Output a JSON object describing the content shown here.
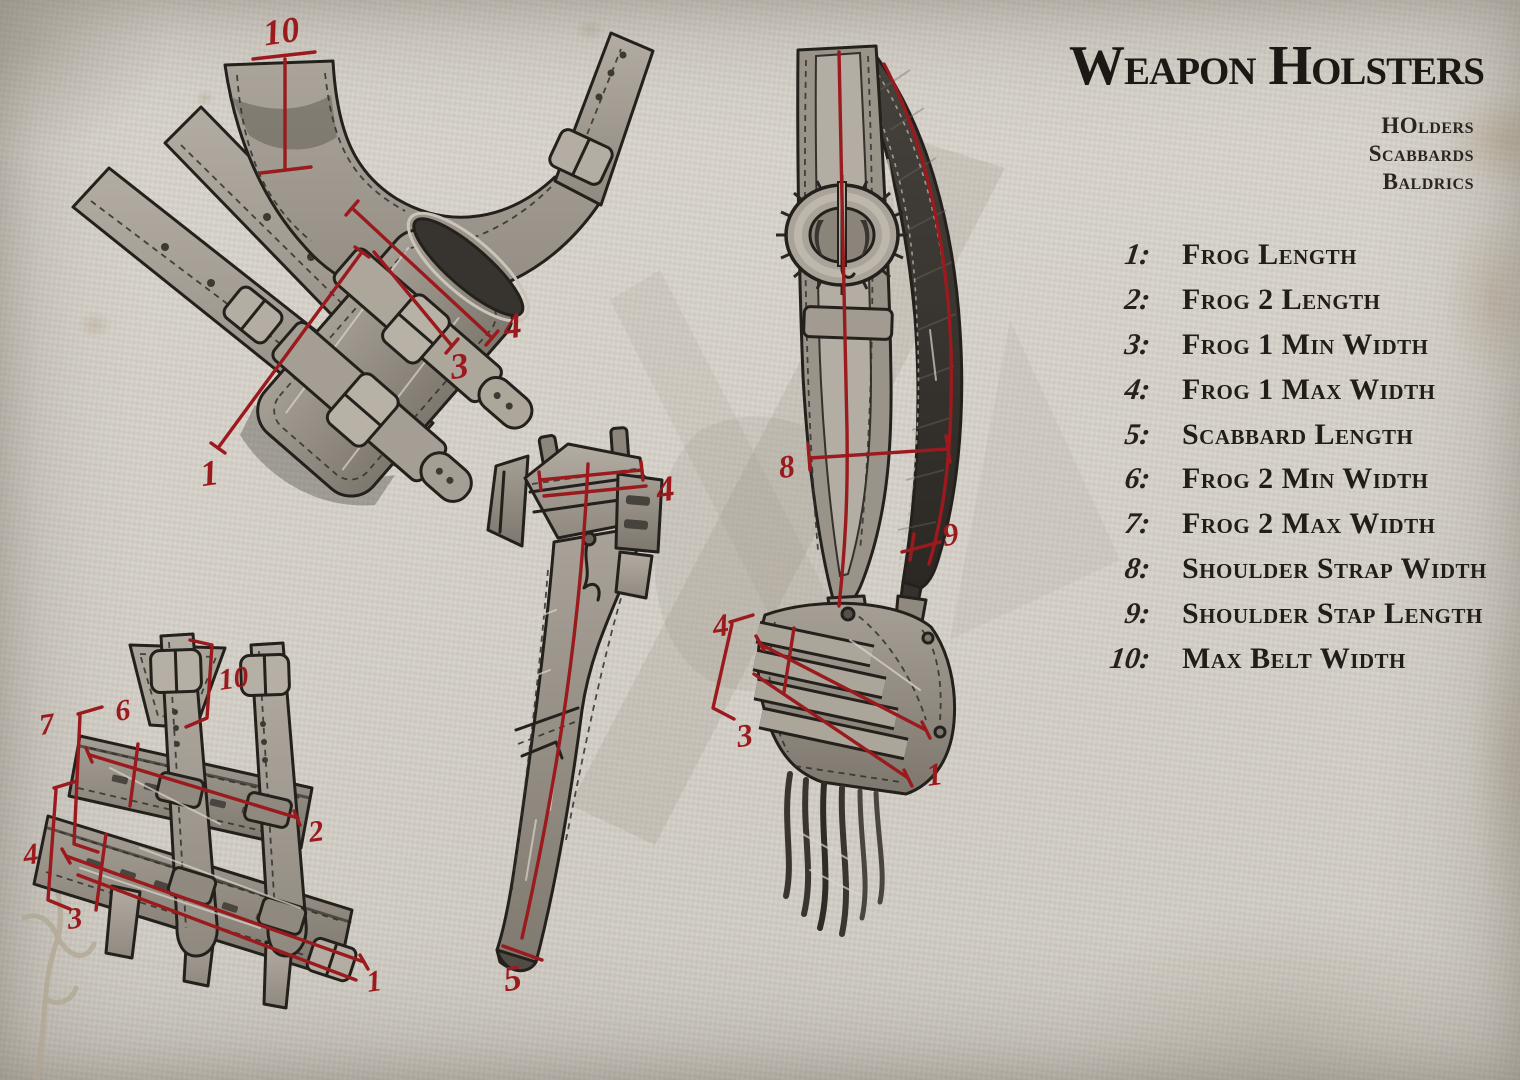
{
  "header": {
    "title": "Weapon Holsters",
    "subtitles": [
      "HOlders",
      "Scabbards",
      "Baldrics"
    ]
  },
  "legend": [
    {
      "num": "1:",
      "label": "Frog Length"
    },
    {
      "num": "2:",
      "label": "Frog 2 Length"
    },
    {
      "num": "3:",
      "label": "Frog 1 Min Width"
    },
    {
      "num": "4:",
      "label": "Frog 1 Max Width"
    },
    {
      "num": "5:",
      "label": "Scabbard Length"
    },
    {
      "num": "6:",
      "label": "Frog 2 Min Width"
    },
    {
      "num": "7:",
      "label": "Frog 2 Max Width"
    },
    {
      "num": "8:",
      "label": "Shoulder Strap Width"
    },
    {
      "num": "9:",
      "label": "Shoulder Stap Length"
    },
    {
      "num": "10:",
      "label": "Max Belt Width"
    }
  ],
  "drawings": {
    "frog1": {
      "ann": {
        "n10": "10",
        "n4": "4",
        "n3": "3",
        "n1": "1"
      }
    },
    "double_frog": {
      "ann": {
        "n10": "10",
        "n7": "7",
        "n6": "6",
        "n2": "2",
        "n4": "4",
        "n3": "3",
        "n1": "1"
      }
    },
    "scabbard": {
      "ann": {
        "n4": "4",
        "n5": "5"
      }
    },
    "baldric": {
      "ann": {
        "n8": "8",
        "n9": "9",
        "n4": "4",
        "n3": "3",
        "n1": "1"
      }
    }
  },
  "colors": {
    "annotation_red": "#9b1a1e",
    "paper": "#d7d3ca",
    "ink": "#211d18",
    "leather_light": "#aca69c",
    "leather_dark": "#3e3a35"
  }
}
